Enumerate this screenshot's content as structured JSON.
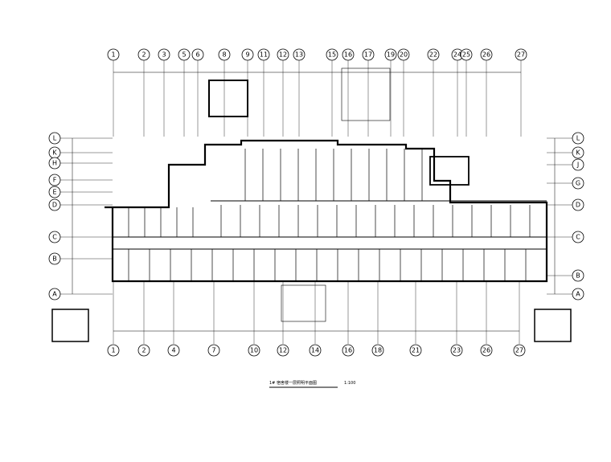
{
  "drawing": {
    "title": "1# 宿舍楼一层照明平面图",
    "scale": "1:100",
    "top_axes": [
      "1",
      "2",
      "3",
      "5",
      "6",
      "8",
      "9",
      "11",
      "12",
      "13",
      "15",
      "16",
      "17",
      "19",
      "20",
      "22",
      "24",
      "25",
      "26",
      "27"
    ],
    "bottom_axes": [
      "1",
      "2",
      "4",
      "7",
      "10",
      "12",
      "14",
      "16",
      "18",
      "21",
      "23",
      "26",
      "27"
    ],
    "left_axes": [
      "L",
      "K",
      "H",
      "F",
      "E",
      "D",
      "C",
      "B",
      "A"
    ],
    "right_axes": [
      "L",
      "K",
      "J",
      "G",
      "D",
      "C",
      "B",
      "A"
    ]
  }
}
